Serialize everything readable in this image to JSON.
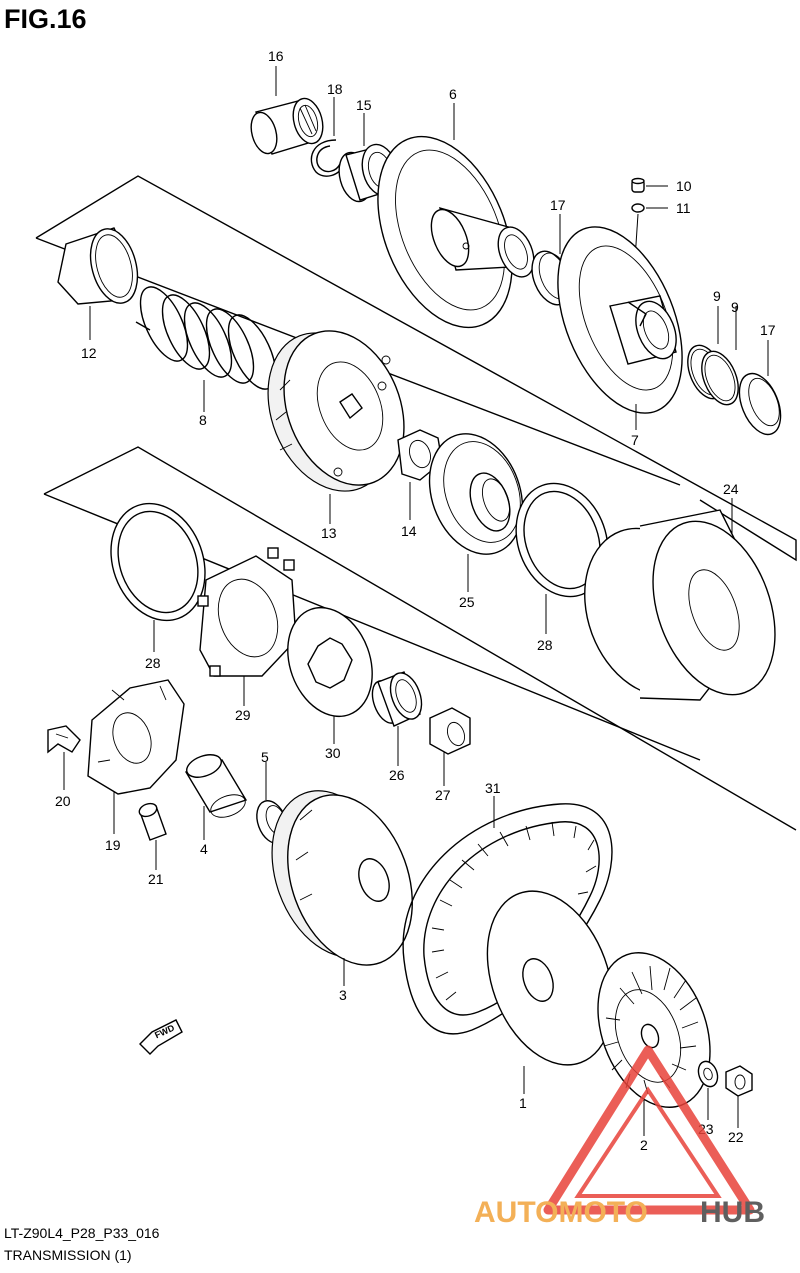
{
  "figure": {
    "title": "FIG.16",
    "code": "LT-Z90L4_P28_P33_016",
    "section": "TRANSMISSION (1)"
  },
  "parts": [
    {
      "id": "p16",
      "label": "16"
    },
    {
      "id": "p18",
      "label": "18"
    },
    {
      "id": "p15",
      "label": "15"
    },
    {
      "id": "p6",
      "label": "6"
    },
    {
      "id": "p10",
      "label": "10"
    },
    {
      "id": "p11",
      "label": "11"
    },
    {
      "id": "p17a",
      "label": "17"
    },
    {
      "id": "p9a",
      "label": "9"
    },
    {
      "id": "p9b",
      "label": "9"
    },
    {
      "id": "p17b",
      "label": "17"
    },
    {
      "id": "p12",
      "label": "12"
    },
    {
      "id": "p8",
      "label": "8"
    },
    {
      "id": "p13",
      "label": "13"
    },
    {
      "id": "p14",
      "label": "14"
    },
    {
      "id": "p25",
      "label": "25"
    },
    {
      "id": "p7",
      "label": "7"
    },
    {
      "id": "p24",
      "label": "24"
    },
    {
      "id": "p28a",
      "label": "28"
    },
    {
      "id": "p28b",
      "label": "28"
    },
    {
      "id": "p29",
      "label": "29"
    },
    {
      "id": "p30",
      "label": "30"
    },
    {
      "id": "p26",
      "label": "26"
    },
    {
      "id": "p27",
      "label": "27"
    },
    {
      "id": "p20",
      "label": "20"
    },
    {
      "id": "p19",
      "label": "19"
    },
    {
      "id": "p21",
      "label": "21"
    },
    {
      "id": "p4",
      "label": "4"
    },
    {
      "id": "p5",
      "label": "5"
    },
    {
      "id": "p31",
      "label": "31"
    },
    {
      "id": "p3",
      "label": "3"
    },
    {
      "id": "p1",
      "label": "1"
    },
    {
      "id": "p2",
      "label": "2"
    },
    {
      "id": "p23",
      "label": "23"
    },
    {
      "id": "p22",
      "label": "22"
    }
  ],
  "badge": {
    "label": "FWD"
  },
  "watermark": {
    "part1": "AUTOMOTO",
    "part2": "HUB",
    "color_primary": "#e8423a",
    "color_secondary": "#f2a33a",
    "color_dark": "#444444"
  }
}
